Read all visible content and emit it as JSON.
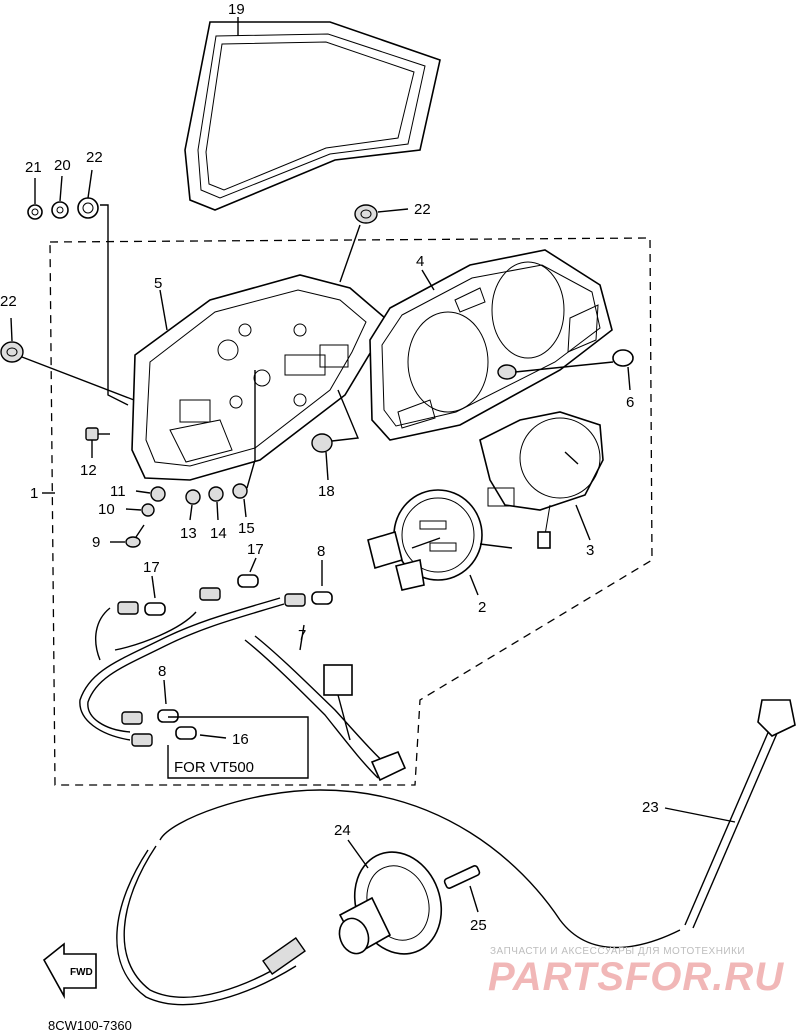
{
  "diagram": {
    "callouts": [
      {
        "id": "c19",
        "label": "19"
      },
      {
        "id": "c21",
        "label": "21"
      },
      {
        "id": "c20",
        "label": "20"
      },
      {
        "id": "c22a",
        "label": "22"
      },
      {
        "id": "c22b",
        "label": "22"
      },
      {
        "id": "c22c",
        "label": "22"
      },
      {
        "id": "c5",
        "label": "5"
      },
      {
        "id": "c4",
        "label": "4"
      },
      {
        "id": "c6",
        "label": "6"
      },
      {
        "id": "c12",
        "label": "12"
      },
      {
        "id": "c18",
        "label": "18"
      },
      {
        "id": "c1",
        "label": "1"
      },
      {
        "id": "c11",
        "label": "11"
      },
      {
        "id": "c10",
        "label": "10"
      },
      {
        "id": "c9",
        "label": "9"
      },
      {
        "id": "c13",
        "label": "13"
      },
      {
        "id": "c14",
        "label": "14"
      },
      {
        "id": "c15",
        "label": "15"
      },
      {
        "id": "c3",
        "label": "3"
      },
      {
        "id": "c2",
        "label": "2"
      },
      {
        "id": "c17a",
        "label": "17"
      },
      {
        "id": "c17b",
        "label": "17"
      },
      {
        "id": "c8a",
        "label": "8"
      },
      {
        "id": "c7",
        "label": "7"
      },
      {
        "id": "c8b",
        "label": "8"
      },
      {
        "id": "c16",
        "label": "16"
      },
      {
        "id": "c23",
        "label": "23"
      },
      {
        "id": "c24",
        "label": "24"
      },
      {
        "id": "c25",
        "label": "25"
      }
    ],
    "box_label": "FOR VT500",
    "arrow_label": "FWD",
    "drawing_code": "8CW100-7360",
    "watermark_tagline": "ЗАПЧАСТИ И АКСЕССУАРЫ ДЛЯ МОТОТЕХНИКИ",
    "watermark_brand": "PARTSFOR.RU"
  },
  "colors": {
    "line": "#000000",
    "background": "#ffffff",
    "watermark_brand": "#f1b7b7",
    "watermark_tagline": "#bdbdbd"
  }
}
